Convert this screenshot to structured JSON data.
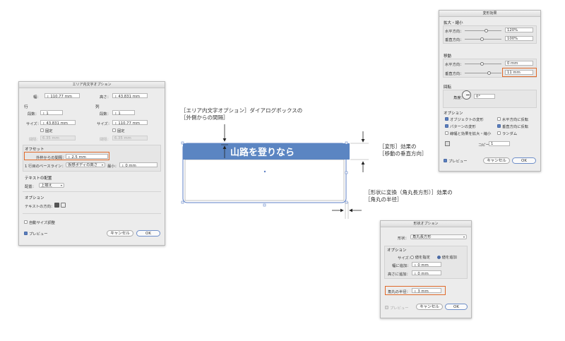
{
  "area_dialog": {
    "title": "エリア内文字オプション",
    "width_label": "幅：",
    "width_value": "110.77 mm",
    "height_label": "高さ：",
    "height_value": "43.831 mm",
    "rows_header": "行",
    "cols_header": "列",
    "count_label": "段数：",
    "rows_count": "1",
    "cols_count": "1",
    "size_label": "サイズ：",
    "rows_size": "43.831 mm",
    "cols_size": "110.77 mm",
    "fixed_label": "固定",
    "gutter_label": "間隔：",
    "gutter_value": "6.35 mm",
    "offset_header": "オフセット",
    "inset_label": "外枠からの間隔：",
    "inset_value": "2.5 mm",
    "baseline_label": "1 行目のベースライン：",
    "baseline_value": "仮想ボディの高さ",
    "min_label": "最小：",
    "min_value": "0 mm",
    "align_header": "テキストの配置",
    "align_label": "配置：",
    "align_value": "上揃え",
    "options_header": "オプション",
    "flow_label": "テキストの方向：",
    "auto_size_label": "自動サイズ調整",
    "preview_label": "プレビュー",
    "cancel_label": "キャンセル",
    "ok_label": "OK"
  },
  "transform_dialog": {
    "title": "変形効果",
    "scale_header": "拡大・縮小",
    "h_label": "水平方向：",
    "h_scale_value": "120%",
    "v_label": "垂直方向：",
    "v_scale_value": "100%",
    "move_header": "移動",
    "h_move_value": "0 mm",
    "v_move_value": "11 mm",
    "rotate_header": "回転",
    "angle_label": "角度：",
    "angle_value": "0°",
    "options_header": "オプション",
    "opt_objects": "オブジェクトの変形",
    "opt_patterns": "パターンの変形",
    "opt_strokes": "線幅と効果を拡大・縮小",
    "opt_reflect_h": "水平方向に反転",
    "opt_reflect_v": "垂直方向に反転",
    "opt_random": "ランダム",
    "copies_label": "コピー：",
    "copies_value": "1",
    "preview_label": "プレビュー",
    "cancel_label": "キャンセル",
    "ok_label": "OK"
  },
  "shape_dialog": {
    "title": "形状オプション",
    "shape_label": "形状：",
    "shape_value": "角丸長方形",
    "options_header": "オプション",
    "size_label": "サイズ：",
    "size_absolute": "値を指定",
    "size_relative": "値を追加",
    "extra_width_label": "幅に追加：",
    "extra_width_value": "0 mm",
    "extra_height_label": "高さに追加：",
    "extra_height_value": "0 mm",
    "corner_radius_label": "角丸の半径：",
    "corner_radius_value": "3 mm",
    "preview_label": "プレビュー",
    "cancel_label": "キャンセル",
    "ok_label": "OK"
  },
  "canvas": {
    "heading_text": "山路を登りなら",
    "note_area_line1": "［エリア内文字オプション］ダイアログボックスの",
    "note_area_line2": "［外側からの間隔］",
    "note_transform_line1": "［変形］効果の",
    "note_transform_line2": "［移動の垂直方向］",
    "note_shape_line1": "［形状に変換（角丸長方形）］効果の",
    "note_shape_line2": "［角丸の半径］"
  },
  "colors": {
    "heading_fill": "#5b85c2",
    "selection_blue": "#5c7fc4",
    "highlight_orange": "#e06a2a"
  }
}
